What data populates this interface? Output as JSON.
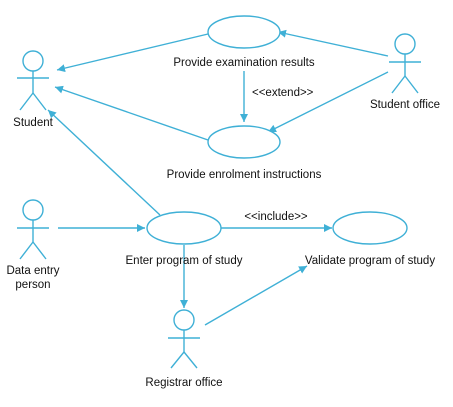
{
  "actors": {
    "student": "Student",
    "student_office": "Student office",
    "data_entry_line1": "Data entry",
    "data_entry_line2": "person",
    "registrar_office": "Registrar office"
  },
  "use_cases": {
    "provide_examination_results": "Provide examination results",
    "provide_enrolment_instructions": "Provide enrolment instructions",
    "enter_program_of_study": "Enter program of study",
    "validate_program_of_study": "Validate program of study"
  },
  "relationships": {
    "extend": "<<extend>>",
    "include": "<<include>>"
  },
  "colors": {
    "line": "#3fb0d6",
    "text": "#111111"
  }
}
